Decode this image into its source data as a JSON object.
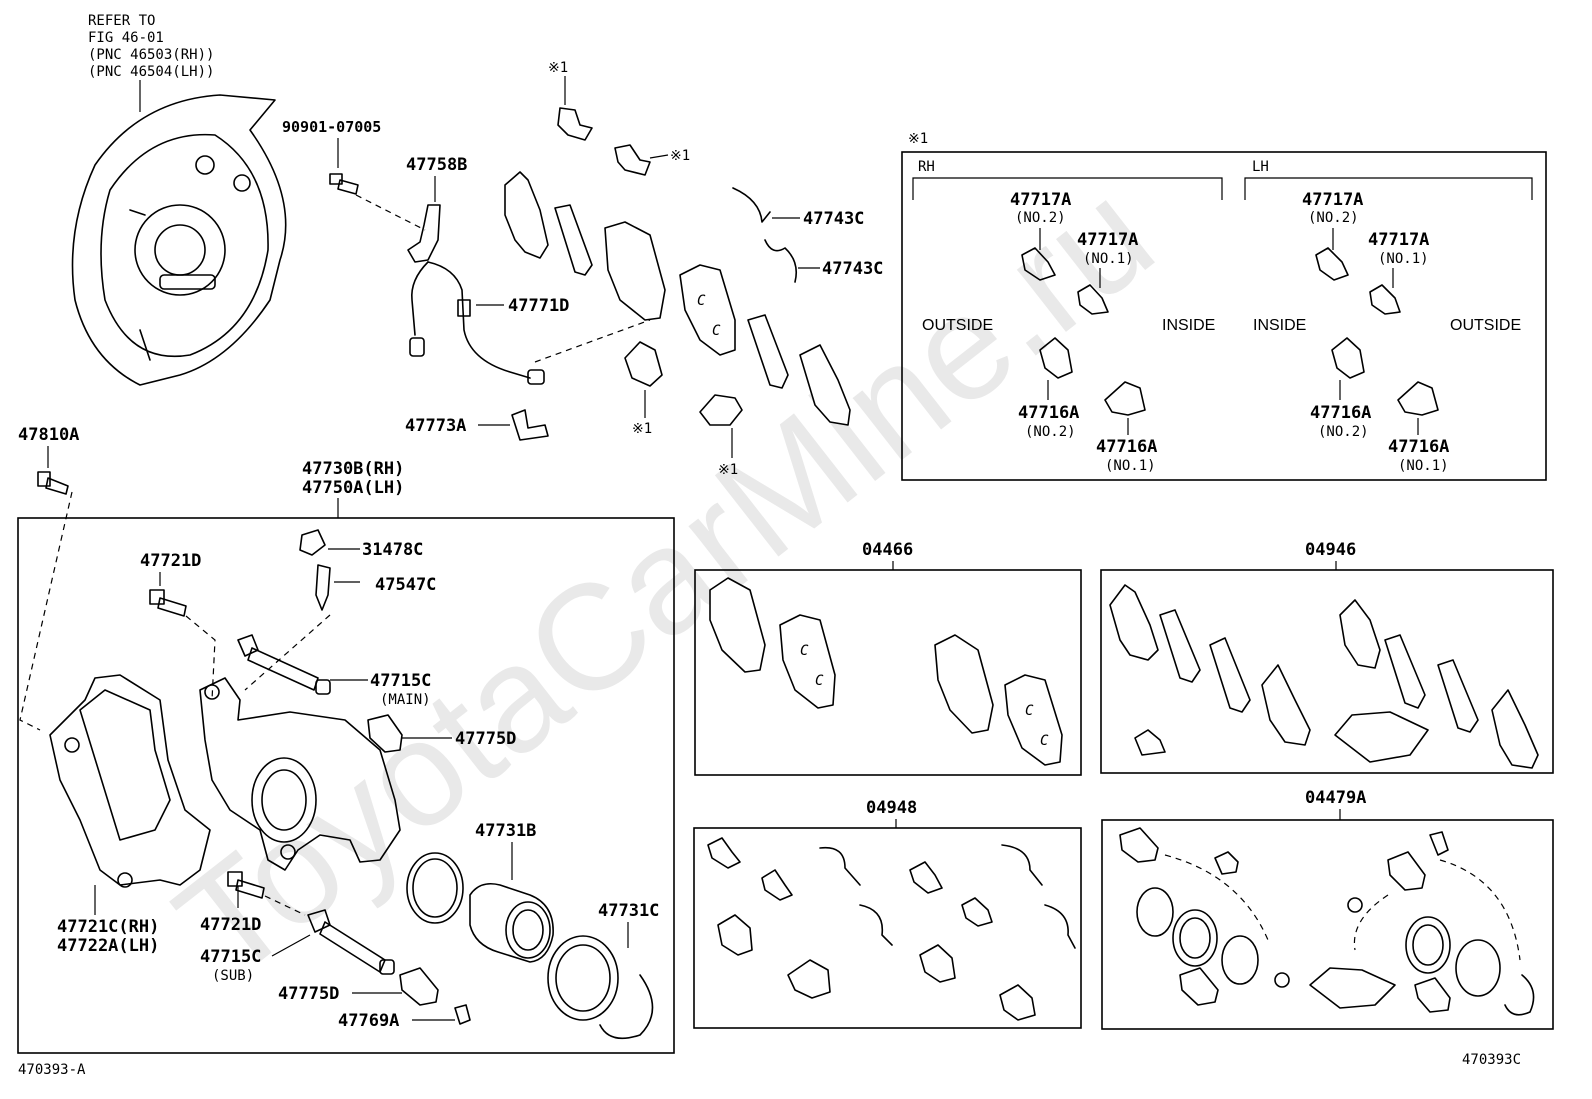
{
  "diagram": {
    "watermark": "ToyotaCarMine.ru",
    "refer": {
      "line1": "REFER TO",
      "line2": "FIG 46-01",
      "line3": "(PNC 46503(RH))",
      "line4": "(PNC 46504(LH))"
    },
    "labels": {
      "bolt_90901": "90901-07005",
      "p47758B": "47758B",
      "p47771D": "47771D",
      "p47773A": "47773A",
      "p47743C_1": "47743C",
      "p47743C_2": "47743C",
      "mark_top": "※1",
      "mark_right": "※1",
      "mark_b1": "※1",
      "mark_b2": "※1",
      "p47810A": "47810A",
      "p47730B": "47730B(RH)",
      "p47750A": "47750A(LH)",
      "p31478C": "31478C",
      "p47547C": "47547C",
      "p47721D_top": "47721D",
      "p47715C_main": "47715C",
      "main": "(MAIN)",
      "p47775D_top": "47775D",
      "p47731B": "47731B",
      "p47731C": "47731C",
      "p47721C": "47721C(RH)",
      "p47722A": "47722A(LH)",
      "p47721D_bot": "47721D",
      "p47715C_sub": "47715C",
      "sub": "(SUB)",
      "p47775D_bot": "47775D",
      "p47769A": "47769A",
      "fig_left": "470393-A",
      "fig_right": "470393C"
    },
    "shim_box": {
      "mark": "※1",
      "rh": "RH",
      "lh": "LH",
      "outside": "OUTSIDE",
      "inside": "INSIDE",
      "p47717A": "47717A",
      "p47716A": "47716A",
      "no1": "(NO.1)",
      "no2": "(NO.2)"
    },
    "kits": {
      "k04466": "04466",
      "k04946": "04946",
      "k04948": "04948",
      "k04479A": "04479A"
    }
  }
}
